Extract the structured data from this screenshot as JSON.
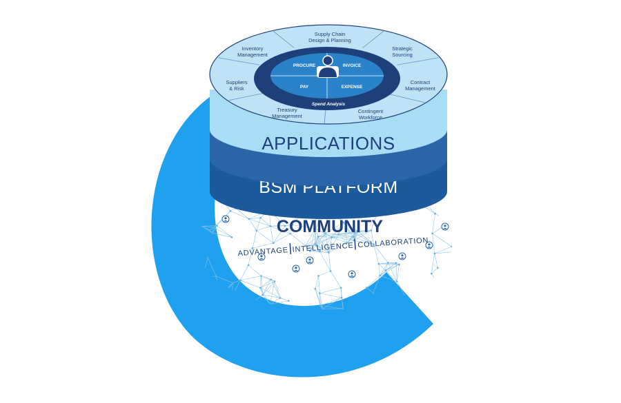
{
  "colors": {
    "c_ring": "#1fa1f0",
    "disk_top": "#bfe3f6",
    "disk_side": "#8fcdf0",
    "apps_band": "#a9dcf5",
    "apps_dark": "#2a65a8",
    "platform_band": "#1c5a9c",
    "inner_dark": "#1d3f7a",
    "inner_mid": "#2a82c9",
    "network": "#8fc4e4"
  },
  "outer_ring": {
    "segments": [
      {
        "line1": "Supply Chain",
        "line2": "Design & Planning"
      },
      {
        "line1": "Strategic",
        "line2": "Sourcing"
      },
      {
        "line1": "Contract",
        "line2": "Management"
      },
      {
        "line1": "Contingent",
        "line2": "Workforce"
      },
      {
        "line1": "Treasury",
        "line2": "Management"
      },
      {
        "line1": "Suppliers",
        "line2": "& Risk"
      },
      {
        "line1": "Inventory",
        "line2": "Management"
      }
    ]
  },
  "inner_ring": {
    "ring_label": "Spend Analysis",
    "quadrants": [
      "PROCURE",
      "INVOICE",
      "PAY",
      "EXPENSE"
    ],
    "center_icon": "person-icon"
  },
  "layers": {
    "applications": "APPLICATIONS",
    "platform": "BSM PLATFORM"
  },
  "community": {
    "title": "COMMUNITY",
    "sub1": "ADVANTAGE",
    "sub2": "INTELLIGENCE",
    "sub3": "COLLABORATION",
    "node_icon": "user-node-icon"
  }
}
